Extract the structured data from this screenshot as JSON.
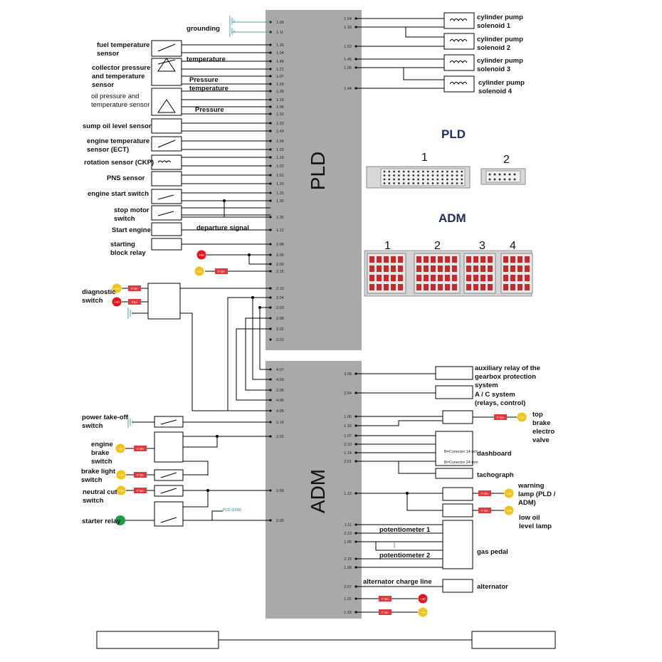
{
  "pld": {
    "title": "PLD",
    "left_pins": [
      "1.09",
      "1.11",
      "1.36",
      "1.04",
      "1.48",
      "1.21",
      "1.07",
      "1.29",
      "1.39",
      "1.15",
      "1.06",
      "1.32",
      "1.33",
      "1.49",
      "1.34",
      "1.03",
      "1.19",
      "1.02",
      "1.01",
      "1.20",
      "1.25",
      "1.30",
      "1.35",
      "1.12",
      "2.08",
      "2.05",
      "2.06",
      "2.15",
      "2.13",
      "2.04",
      "2.03",
      "2.08",
      "2.02",
      "2.01"
    ],
    "right_pins": [
      "1.54",
      "1.10",
      "1.53",
      "1.45",
      "1.05",
      "1.44"
    ]
  },
  "adm": {
    "title": "ADM",
    "left_pins": [
      "4.07",
      "4.09",
      "2.05",
      "4.06",
      "4.05",
      "2.14",
      "2.02",
      "2.09",
      "2.05"
    ],
    "right_pins": [
      "3.08",
      "2.04",
      "1.06",
      "1.15",
      "1.07",
      "2.10",
      "1.14",
      "2.01",
      "1.12",
      "1.11",
      "2.13",
      "1.05",
      "2.15",
      "1.08",
      "2.07",
      "1.01",
      "1.15"
    ]
  },
  "left_labels": {
    "grounding": "grounding",
    "fuel_temp": "fuel temperature\nsensor",
    "temperature": "temperature",
    "collector": "collector pressure\nand temperature\nsensor",
    "pressure_temperature": "Pressure\ntemperature",
    "oil_pressure": "oil pressure and\ntemperature sensor",
    "pressure": "Pressure",
    "sump_oil": "sump oil level sensor",
    "engine_temp": "engine temperature\nsensor (ECT)",
    "rotation": "rotation sensor (CKP)",
    "pns": "PNS sensor",
    "engine_start": "engine start switch",
    "stop_motor": "stop motor\nswitch",
    "start_engine": "Start engine",
    "departure": "departure signal",
    "starting_block": "starting\nblock relay",
    "diagnostic": "diagnostic\nswitch",
    "power_takeoff": "power take-off\nswitch",
    "engine_brake": "engine\nbrake\nswitch",
    "brake_light": "brake light\nswitch",
    "neutral_cut": "neutral cut\nswitch",
    "starter_relay": "starter relay"
  },
  "right_labels": {
    "cyl1": "cylinder pump\nsolenoid 1",
    "cyl2": "cylinder pump\nsolenoid 2",
    "cyl3": "cylinder pump\nsolenoid 3",
    "cyl4": "cylinder pump\nsolenoid 4",
    "aux_relay": "auxiliary relay of the\ngearbox protection\nsystem",
    "ac_system": "A / C system\n(relays, control)",
    "top_brake": "top\nbrake\nelectro\nvalve",
    "dashboard": "dashboard",
    "tachograph": "tachograph",
    "warning_lamp": "warning\nlamp (PLD /\nADM)",
    "low_oil": "low oil\nlevel lamp",
    "pot1": "potentiometer 1",
    "pot2": "potentiometer 2",
    "gas_pedal": "gas pedal",
    "alt_line": "alternator charge line",
    "alternator": "alternator"
  },
  "connectors": {
    "pld_header": "PLD",
    "pld_nums": [
      "1",
      "2"
    ],
    "adm_header": "ADM",
    "adm_nums": [
      "1",
      "2",
      "3",
      "4"
    ]
  },
  "fuses": [
    "F 5A",
    "F 5A",
    "F5A",
    "F 5A",
    "F 5A",
    "F 5A",
    "F 5A",
    "F 5A",
    "F 5A",
    "F 5A"
  ],
  "supplies": [
    "+30",
    "+15",
    "+15",
    "+30",
    "+15",
    "+15",
    "+15",
    "+15",
    "+30",
    "+15"
  ],
  "small": {
    "pld_d08": "PLD (D08)",
    "conn14": "B=Conector 14 mm",
    "conn24": "B=Conector 24 mm"
  },
  "colors": {
    "ecu_gray": "#a9a9a9",
    "plus30_red": "#e8141b",
    "plus15_yellow": "#f2c21a",
    "starter_green": "#1d9d4a",
    "fuse_red": "#e23a3a",
    "connector_red": "#c82828",
    "ground_teal": "#4fa0a8"
  }
}
